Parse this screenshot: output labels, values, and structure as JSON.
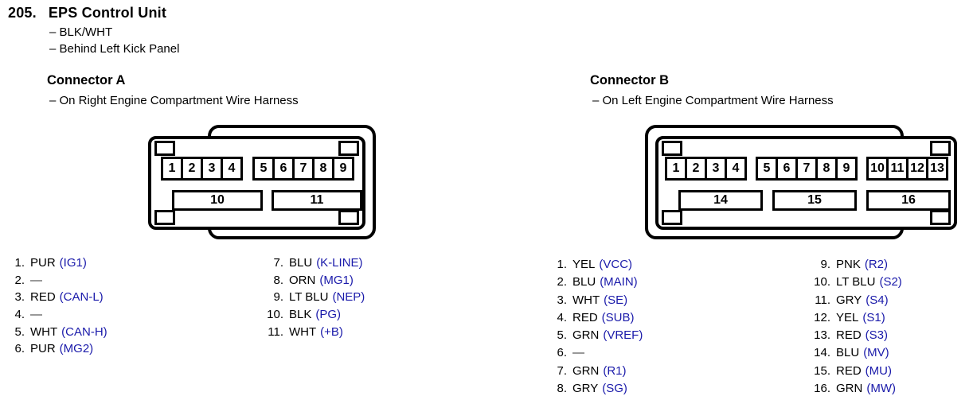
{
  "page": {
    "item_number": "205.",
    "title": "EPS Control Unit",
    "notes": [
      "– BLK/WHT",
      "– Behind Left Kick Panel"
    ]
  },
  "colors": {
    "signal_blue": "#1a1aaa",
    "text_black": "#000000",
    "diagram_stroke": "#000000"
  },
  "connector_a": {
    "title": "Connector A",
    "note": "– On Right Engine Compartment Wire Harness",
    "diagram": {
      "top_pin_groups": [
        [
          "1",
          "2",
          "3",
          "4"
        ],
        [
          "5",
          "6",
          "7",
          "8",
          "9"
        ]
      ],
      "bottom_pins": [
        "10",
        "11"
      ]
    },
    "pin_columns": [
      [
        {
          "num": "1.",
          "wire": "PUR",
          "signal": "(IG1)"
        },
        {
          "num": "2.",
          "wire": "—",
          "signal": ""
        },
        {
          "num": "3.",
          "wire": "RED",
          "signal": "(CAN-L)"
        },
        {
          "num": "4.",
          "wire": "—",
          "signal": ""
        },
        {
          "num": "5.",
          "wire": "WHT",
          "signal": "(CAN-H)"
        },
        {
          "num": "6.",
          "wire": "PUR",
          "signal": "(MG2)"
        }
      ],
      [
        {
          "num": "7.",
          "wire": "BLU",
          "signal": "(K-LINE)"
        },
        {
          "num": "8.",
          "wire": "ORN",
          "signal": "(MG1)"
        },
        {
          "num": "9.",
          "wire": "LT BLU",
          "signal": "(NEP)"
        },
        {
          "num": "10.",
          "wire": "BLK",
          "signal": "(PG)"
        },
        {
          "num": "11.",
          "wire": "WHT",
          "signal": "(+B)"
        }
      ]
    ]
  },
  "connector_b": {
    "title": "Connector B",
    "note": "– On Left Engine Compartment Wire Harness",
    "diagram": {
      "top_pin_groups": [
        [
          "1",
          "2",
          "3",
          "4"
        ],
        [
          "5",
          "6",
          "7",
          "8",
          "9"
        ],
        [
          "10",
          "11",
          "12",
          "13"
        ]
      ],
      "bottom_pins": [
        "14",
        "15",
        "16"
      ]
    },
    "pin_columns": [
      [
        {
          "num": "1.",
          "wire": "YEL",
          "signal": "(VCC)"
        },
        {
          "num": "2.",
          "wire": "BLU",
          "signal": "(MAIN)"
        },
        {
          "num": "3.",
          "wire": "WHT",
          "signal": "(SE)"
        },
        {
          "num": "4.",
          "wire": "RED",
          "signal": "(SUB)"
        },
        {
          "num": "5.",
          "wire": "GRN",
          "signal": "(VREF)"
        },
        {
          "num": "6.",
          "wire": "—",
          "signal": ""
        },
        {
          "num": "7.",
          "wire": "GRN",
          "signal": "(R1)"
        },
        {
          "num": "8.",
          "wire": "GRY",
          "signal": "(SG)"
        }
      ],
      [
        {
          "num": "9.",
          "wire": "PNK",
          "signal": "(R2)"
        },
        {
          "num": "10.",
          "wire": "LT BLU",
          "signal": "(S2)"
        },
        {
          "num": "11.",
          "wire": "GRY",
          "signal": "(S4)"
        },
        {
          "num": "12.",
          "wire": "YEL",
          "signal": "(S1)"
        },
        {
          "num": "13.",
          "wire": "RED",
          "signal": "(S3)"
        },
        {
          "num": "14.",
          "wire": "BLU",
          "signal": "(MV)"
        },
        {
          "num": "15.",
          "wire": "RED",
          "signal": "(MU)"
        },
        {
          "num": "16.",
          "wire": "GRN",
          "signal": "(MW)"
        }
      ]
    ]
  }
}
